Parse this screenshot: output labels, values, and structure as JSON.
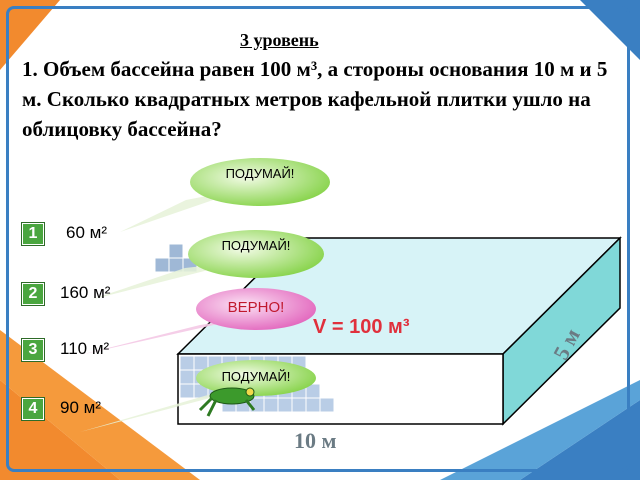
{
  "slide": {
    "title": "3 уровень",
    "question": "1. Объем бассейна равен 100 м³, а стороны основания 10 м и 5 м. Сколько квадратных метров кафельной плитки ушло на облицовку бассейна?"
  },
  "answers": [
    {
      "number": "1",
      "text": "60 м²"
    },
    {
      "number": "2",
      "text": "160 м²"
    },
    {
      "number": "3",
      "text": "110 м²"
    },
    {
      "number": "4",
      "text": "90 м²"
    }
  ],
  "feedback": {
    "think1": "ПОДУМАЙ!",
    "think2": "ПОДУМАЙ!",
    "correct": "ВЕРНО!",
    "think4": "ПОДУМАЙ!"
  },
  "pool": {
    "volume_label": "V = 100 м³",
    "length_label": "10 м",
    "width_label": "5 м"
  },
  "colors": {
    "frame": "#3a7fc2",
    "answer_badge": "#4aa63f",
    "bubble_green": "#7ccf3a",
    "bubble_pink": "#e05ab8",
    "pool_top": "#d7f3f7",
    "pool_side": "#80d8d8",
    "volume_text": "#e0303c"
  },
  "icons": [
    "frog-icon"
  ]
}
